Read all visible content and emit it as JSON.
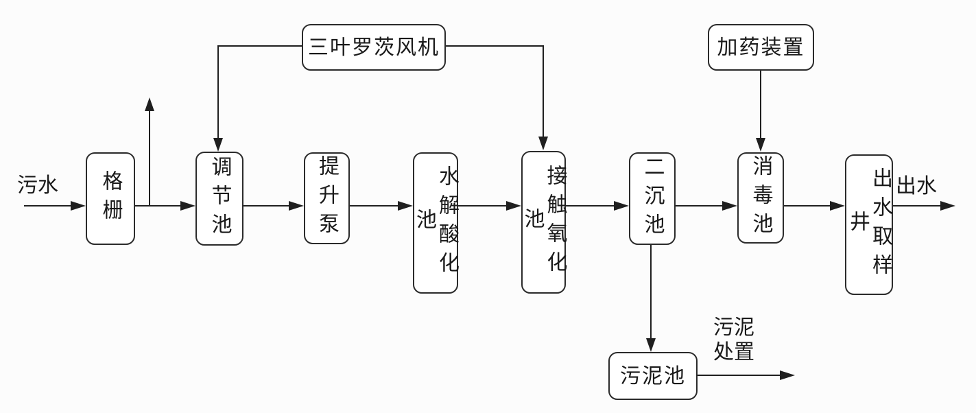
{
  "diagram": {
    "type": "process-flow",
    "language": "zh-CN",
    "subject": "sewage treatment process flow",
    "colors": {
      "background": "#fcfcfc",
      "box_fill": "#ffffff",
      "box_border": "#2b2b2b",
      "line": "#1f1f1f",
      "text": "#1a1a1a"
    },
    "nodes": {
      "blower": "三叶罗茨风机",
      "dosing_device": "加药装置",
      "grid": "格栅",
      "regulating_tank": "调节池",
      "lift_pump": "提升泵",
      "hydrolysis_acidification_tank": "水解酸化池",
      "contact_oxidation_tank": "接触氧化池",
      "secondary_sedimentation_tank": "二沉池",
      "disinfection_tank": "消毒池",
      "effluent_sampling_well": "出水取样井",
      "sludge_tank": "污泥池"
    },
    "edge_labels": {
      "influent": "污水",
      "effluent": "出水",
      "sludge_disposal": "污泥处置"
    },
    "flow_sequence": [
      "污水",
      "格栅",
      "调节池",
      "提升泵",
      "水解酸化池",
      "接触氧化池",
      "二沉池",
      "消毒池",
      "出水取样井",
      "出水"
    ],
    "side_flows": [
      {
        "from": "三叶罗茨风机",
        "to": "调节池"
      },
      {
        "from": "三叶罗茨风机",
        "to": "接触氧化池"
      },
      {
        "from": "加药装置",
        "to": "消毒池"
      },
      {
        "from": "二沉池",
        "to": "污泥池"
      },
      {
        "from": "污泥池",
        "to": "污泥处置"
      },
      {
        "from": "格栅出口",
        "to": "排气(向上)"
      }
    ]
  }
}
